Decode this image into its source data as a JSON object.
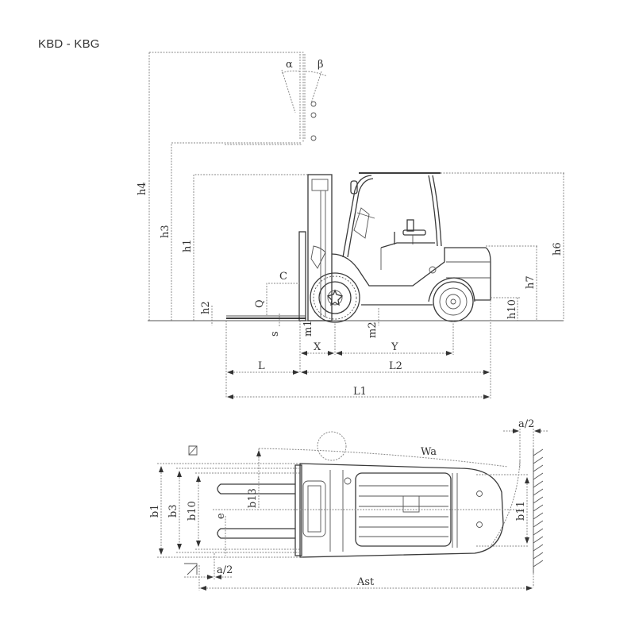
{
  "title": "KBD - KBG",
  "side_view": {
    "labels": {
      "alpha": "α",
      "beta": "β",
      "h4": "h4",
      "h3": "h3",
      "h1": "h1",
      "h2": "h2",
      "h6": "h6",
      "h7": "h7",
      "h10": "h10",
      "C": "C",
      "Q": "Q",
      "s": "s",
      "m1": "m1",
      "m2": "m2",
      "X": "X",
      "Y": "Y",
      "L": "L",
      "L2": "L2",
      "L1": "L1"
    }
  },
  "top_view": {
    "labels": {
      "Wa": "Wa",
      "a_half_top": "a/2",
      "a_half_bottom": "a/2",
      "b1": "b1",
      "b3": "b3",
      "b10": "b10",
      "b13": "b13",
      "b11": "b11",
      "e": "e",
      "Ast": "Ast"
    }
  },
  "colors": {
    "line": "#3a3a3a",
    "dimension": "#8a8a8a",
    "text": "#333333",
    "background": "#ffffff"
  }
}
